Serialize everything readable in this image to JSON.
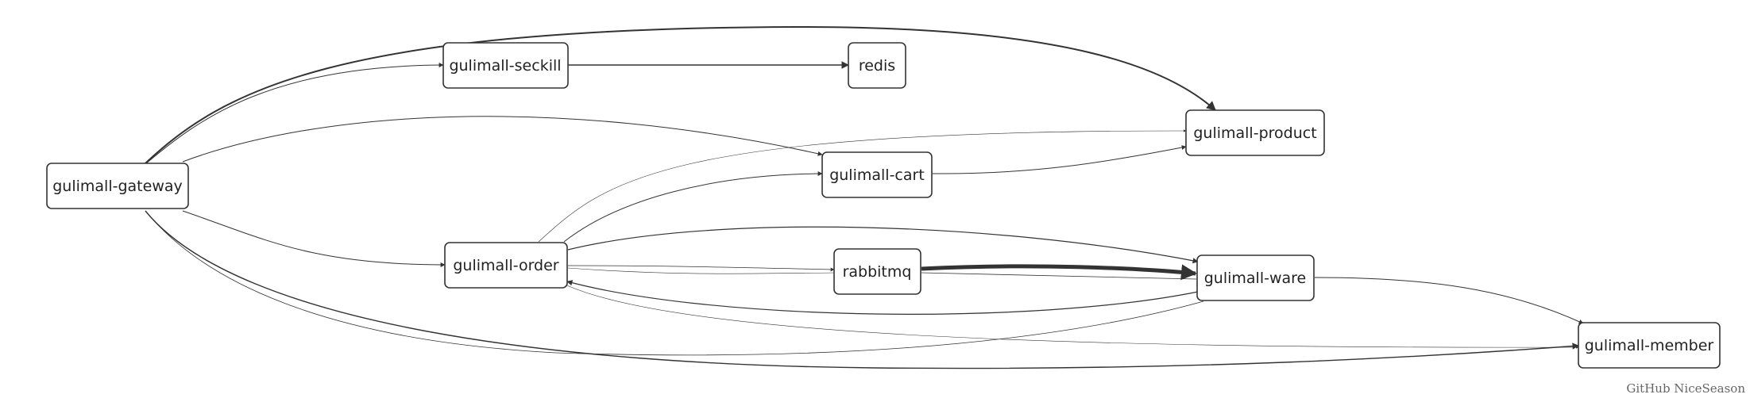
{
  "nodes": {
    "gateway": "gulimall-gateway",
    "seckill": "gulimall-seckill",
    "redis": "redis",
    "product": "gulimall-product",
    "cart": "gulimall-cart",
    "order": "gulimall-order",
    "rabbitmq": "rabbitmq",
    "ware": "gulimall-ware",
    "member": "gulimall-member"
  },
  "edges": [
    {
      "from": "gulimall-gateway",
      "to": "gulimall-product"
    },
    {
      "from": "gulimall-gateway",
      "to": "gulimall-seckill"
    },
    {
      "from": "gulimall-gateway",
      "to": "gulimall-cart"
    },
    {
      "from": "gulimall-gateway",
      "to": "gulimall-order"
    },
    {
      "from": "gulimall-gateway",
      "to": "gulimall-member"
    },
    {
      "from": "gulimall-seckill",
      "to": "redis"
    },
    {
      "from": "gulimall-cart",
      "to": "gulimall-product"
    },
    {
      "from": "gulimall-order",
      "to": "gulimall-product"
    },
    {
      "from": "gulimall-order",
      "to": "gulimall-cart"
    },
    {
      "from": "gulimall-order",
      "to": "gulimall-ware"
    },
    {
      "from": "gulimall-order",
      "to": "rabbitmq"
    },
    {
      "from": "gulimall-order",
      "to": "gulimall-member"
    },
    {
      "from": "rabbitmq",
      "to": "gulimall-ware"
    },
    {
      "from": "gulimall-ware",
      "to": "gulimall-order"
    },
    {
      "from": "gulimall-ware",
      "to": "gulimall-member"
    }
  ],
  "watermark": "GitHub NiceSeason",
  "colors": {
    "line": "#333333",
    "node_border": "#333333",
    "background": "#ffffff"
  }
}
